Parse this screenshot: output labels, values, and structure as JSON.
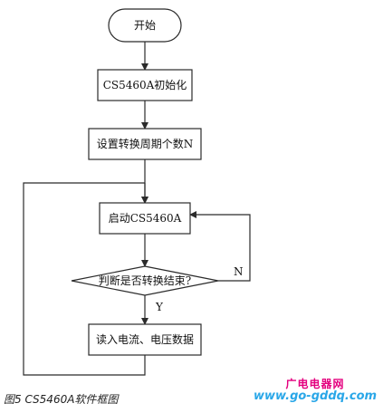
{
  "diagram": {
    "nodes": [
      {
        "id": "start",
        "shape": "terminal",
        "label": "开始"
      },
      {
        "id": "init",
        "shape": "process",
        "label": "CS5460A初始化"
      },
      {
        "id": "set_count",
        "shape": "process",
        "label": "设置转换周期个数N"
      },
      {
        "id": "launch",
        "shape": "process",
        "label": "启动CS5460A"
      },
      {
        "id": "check",
        "shape": "decision",
        "label": "判断是否转换结束?"
      },
      {
        "id": "read",
        "shape": "process",
        "label": "读入电流、电压数据"
      }
    ],
    "edges": [
      {
        "from": "start",
        "to": "init",
        "label": ""
      },
      {
        "from": "init",
        "to": "set_count",
        "label": ""
      },
      {
        "from": "set_count",
        "to": "launch",
        "label": ""
      },
      {
        "from": "launch",
        "to": "check",
        "label": ""
      },
      {
        "from": "check",
        "to": "read",
        "label": "Y"
      },
      {
        "from": "check",
        "to": "launch",
        "label": "N"
      },
      {
        "from": "read",
        "to": "launch",
        "label": ""
      }
    ]
  },
  "caption": "图5 CS5460A软件框图",
  "watermark": {
    "name": "广电电器网",
    "url": "www.go-gddq.com"
  },
  "colors": {
    "line": "#2b2b2b",
    "watermark_name": "#e4007f",
    "watermark_url": "#2aa7e8"
  }
}
